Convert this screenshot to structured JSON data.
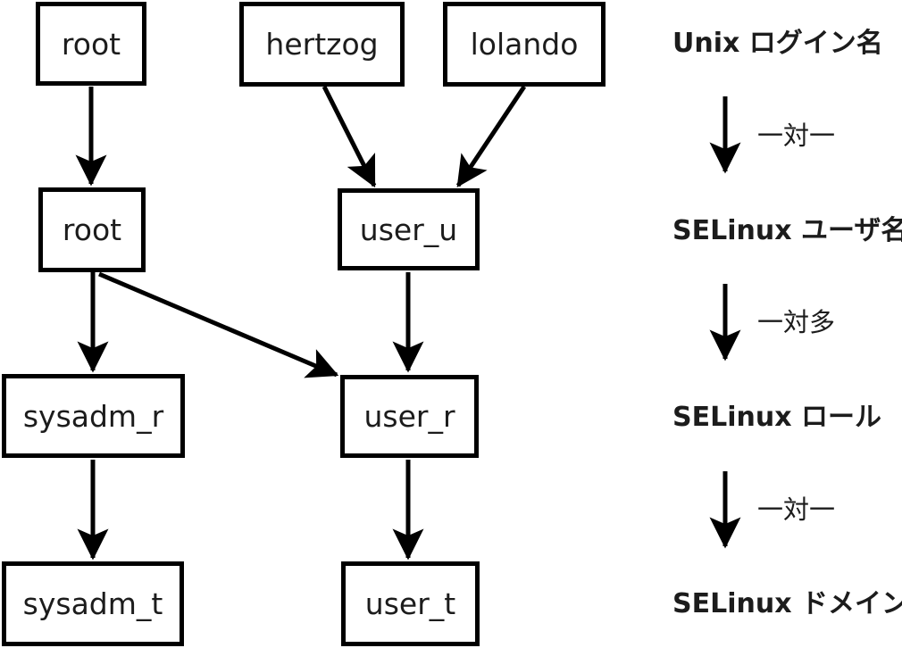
{
  "diagram": {
    "boxes": [
      {
        "id": "login-root",
        "label": "root"
      },
      {
        "id": "login-hertzog",
        "label": "hertzog"
      },
      {
        "id": "login-lolando",
        "label": "lolando"
      },
      {
        "id": "user-root",
        "label": "root"
      },
      {
        "id": "user-user_u",
        "label": "user_u"
      },
      {
        "id": "role-sysadm_r",
        "label": "sysadm_r"
      },
      {
        "id": "role-user_r",
        "label": "user_r"
      },
      {
        "id": "domain-sysadm_t",
        "label": "sysadm_t"
      },
      {
        "id": "domain-user_t",
        "label": "user_t"
      }
    ],
    "edges": [
      {
        "from": "login-root",
        "to": "user-root"
      },
      {
        "from": "login-hertzog",
        "to": "user-user_u"
      },
      {
        "from": "login-lolando",
        "to": "user-user_u"
      },
      {
        "from": "user-root",
        "to": "role-sysadm_r"
      },
      {
        "from": "user-root",
        "to": "role-user_r"
      },
      {
        "from": "user-user_u",
        "to": "role-user_r"
      },
      {
        "from": "role-sysadm_r",
        "to": "domain-sysadm_t"
      },
      {
        "from": "role-user_r",
        "to": "domain-user_t"
      }
    ],
    "levels": [
      {
        "label": "Unix ログイン名"
      },
      {
        "label": "SELinux ユーザ名"
      },
      {
        "label": "SELinux ロール"
      },
      {
        "label": "SELinux ドメイン"
      }
    ],
    "relations": [
      {
        "label": "一対一"
      },
      {
        "label": "一対多"
      },
      {
        "label": "一対一"
      }
    ],
    "colors": {
      "line": "#000000",
      "background": "#ffffff",
      "text": "#1c1c1c"
    }
  }
}
